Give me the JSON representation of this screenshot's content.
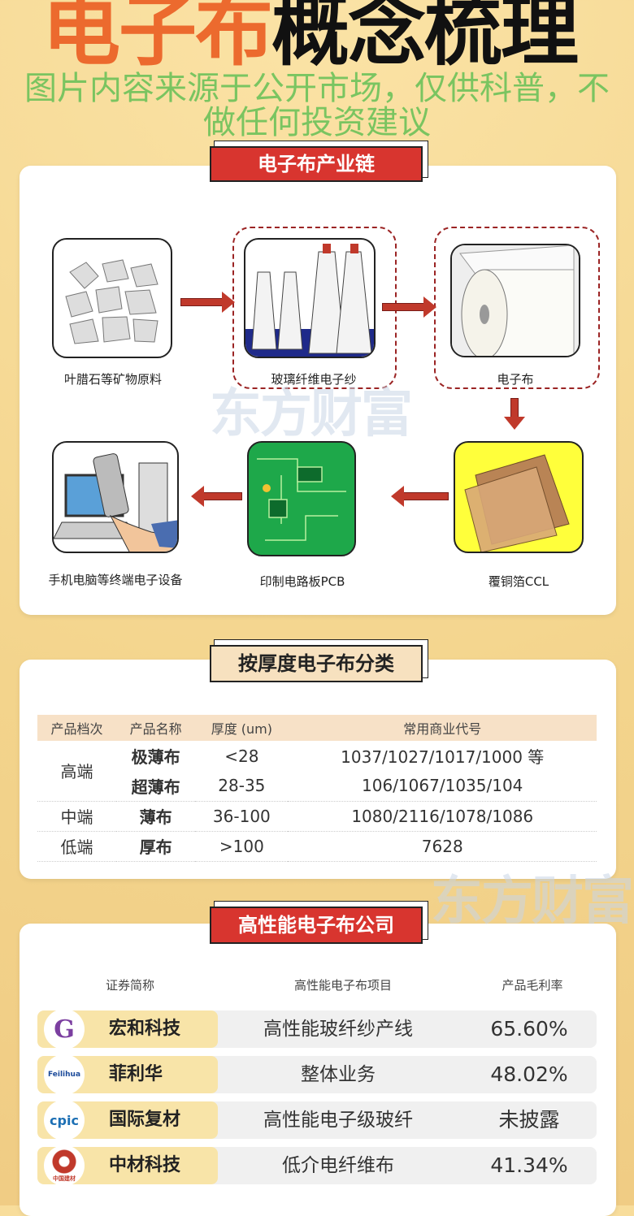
{
  "title": {
    "part1": "电子布",
    "part2": "概念梳理"
  },
  "watermark": {
    "disclaimer": "图片内容来源于公开市场，仅供科普，不做任何投资建议",
    "brand": "东方财富"
  },
  "chain": {
    "banner": "电子布产业链",
    "nodes": [
      "叶腊石等矿物原料",
      "玻璃纤维电子纱",
      "电子布",
      "覆铜箔CCL",
      "印制电路板PCB",
      "手机电脑等终端电子设备"
    ]
  },
  "classify": {
    "banner": "按厚度电子布分类",
    "headers": [
      "产品档次",
      "产品名称",
      "厚度 (um)",
      "常用商业代号"
    ],
    "rows": [
      {
        "tier": "高端",
        "name": "极薄布",
        "thick": "<28",
        "code": "1037/1027/1017/1000 等"
      },
      {
        "name": "超薄布",
        "thick": "28-35",
        "code": "106/1067/1035/104"
      },
      {
        "tier": "中端",
        "name": "薄布",
        "thick": "36-100",
        "code": "1080/2116/1078/1086"
      },
      {
        "tier": "低端",
        "name": "厚布",
        "thick": ">100",
        "code": "7628"
      }
    ]
  },
  "companies": {
    "banner": "高性能电子布公司",
    "headers": [
      "证券简称",
      "高性能电子布项目",
      "产品毛利率"
    ],
    "rows": [
      {
        "name": "宏和科技",
        "project": "高性能玻纤纱产线",
        "margin": "65.60%",
        "logo": "G"
      },
      {
        "name": "菲利华",
        "project": "整体业务",
        "margin": "48.02%",
        "logo": "Feilihua"
      },
      {
        "name": "国际复材",
        "project": "高性能电子级玻纤",
        "margin": "未披露",
        "logo": "cpic"
      },
      {
        "name": "中材科技",
        "project": "低介电纤维布",
        "margin": "41.34%",
        "logo": "中国建材"
      }
    ]
  }
}
